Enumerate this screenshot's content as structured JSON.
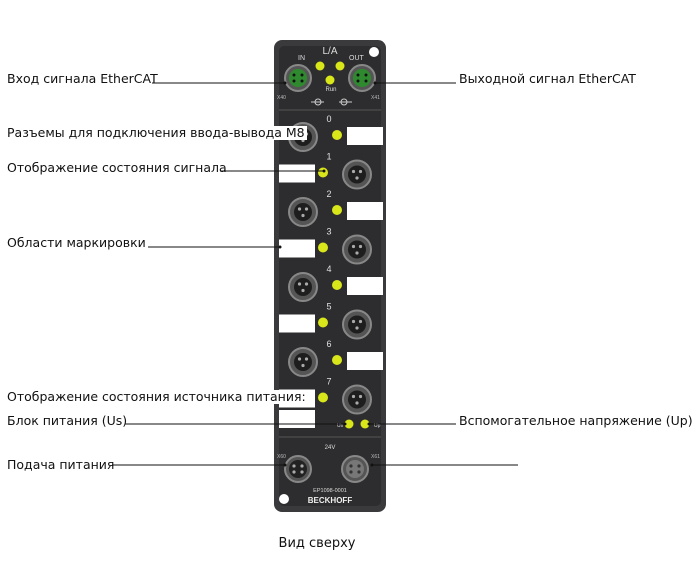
{
  "labels": {
    "ethercat_in": "Вход сигнала EtherCAT",
    "ethercat_out": "Выходной сигнал EtherCAT",
    "m8_connectors": "Разъемы для подключения ввода-вывода M8",
    "signal_status": "Отображение состояния сигнала",
    "marking_areas": "Области маркировки",
    "power_status_heading": "Отображение состояния источника питания:",
    "power_supply_us": "Блок питания (Us)",
    "aux_voltage_up": "Вспомогательное напряжение (Up)",
    "power_feed": "Подача питания",
    "caption": "Вид сверху"
  },
  "module": {
    "la_label": "L/A",
    "in_label": "IN",
    "out_label": "OUT",
    "run_label": "Run",
    "x40": "X40",
    "x41": "X41",
    "x60": "X60",
    "x61": "X61",
    "us_label": "Us",
    "up_label": "Up",
    "voltage_label": "24V",
    "model": "EP1098-0001",
    "brand": "BECKHOFF",
    "channels": [
      "0",
      "1",
      "2",
      "3",
      "4",
      "5",
      "6",
      "7"
    ]
  },
  "colors": {
    "housing": "#3a3a3c",
    "connector_green": "#2f8a2f",
    "led_yellow": "#d8e61a",
    "marking_white": "#ffffff"
  }
}
